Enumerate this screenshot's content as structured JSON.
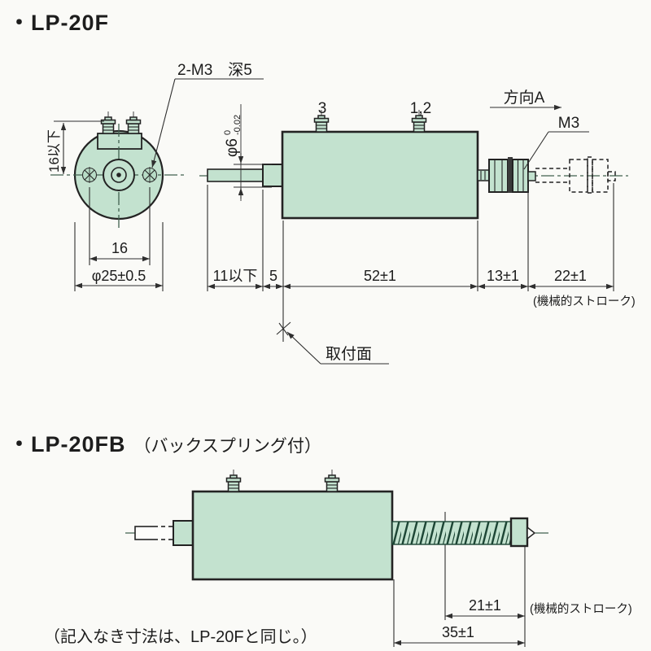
{
  "colors": {
    "background": "#fafaf7",
    "body_fill": "#c3e2cf",
    "hole_fill": "#b8dcc6",
    "outline": "#232323",
    "dim_line": "#2f2f2f",
    "centerline": "#41604f",
    "washer": "#3a3a3a",
    "spring_line": "#1d4635"
  },
  "lp20f": {
    "title": "・LP-20F",
    "labels": {
      "tap_note": "2-M3　深5",
      "terminal_3": "3",
      "terminal_12": "1,2",
      "direction_a": "方向A",
      "thread": "M3",
      "mount_face": "取付面",
      "shaft_dia": "φ6",
      "shaft_tol_upper": "0",
      "shaft_tol_lower": "-0.02"
    },
    "dims": {
      "height_16max": "16以下",
      "width_16": "16",
      "dia_25": "φ25±0.5",
      "len_11max": "11以下",
      "len_5": "5",
      "len_52": "52±1",
      "len_13": "13±1",
      "len_22": "22±1",
      "stroke_note": "(機械的ストローク)"
    }
  },
  "lp20fb": {
    "title": "・LP-20FB",
    "subtitle": "（バックスプリング付）",
    "dims": {
      "len_21": "21±1",
      "len_35": "35±1",
      "stroke_note": "(機械的ストローク)"
    },
    "footnote": "（記入なき寸法は、LP-20Fと同じ。）"
  }
}
